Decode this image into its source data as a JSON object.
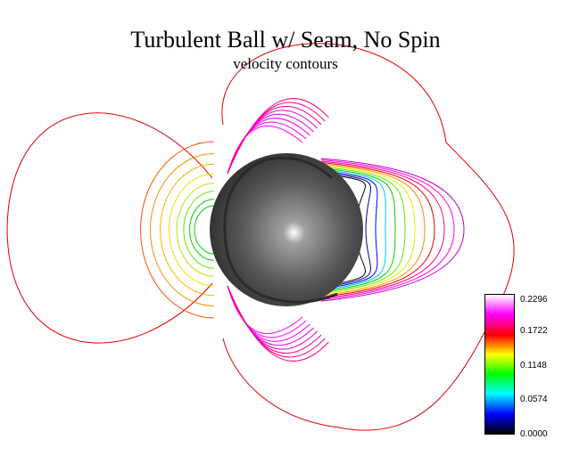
{
  "title": "Turbulent Ball w/ Seam, No Spin",
  "subtitle": "velocity contours",
  "legend": {
    "ticks": [
      "0.2296",
      "0.1722",
      "0.1148",
      "0.0574",
      "0.0000"
    ],
    "colors": [
      "#ffffff",
      "#ff00ff",
      "#ff0000",
      "#ffff00",
      "#00ff00",
      "#00ffff",
      "#0000ff",
      "#000000"
    ]
  },
  "contour_colors": [
    "#e00000",
    "#ff5000",
    "#ff8c00",
    "#ffb400",
    "#e6e600",
    "#b4e600",
    "#64e600",
    "#00d200",
    "#ff00ff",
    "#e000e0",
    "#c000c0",
    "#ff0080",
    "#00c8ff",
    "#0000ff",
    "#000080",
    "#000000"
  ],
  "ball": {
    "color": "#555555",
    "seam": "#2a2a2a"
  }
}
